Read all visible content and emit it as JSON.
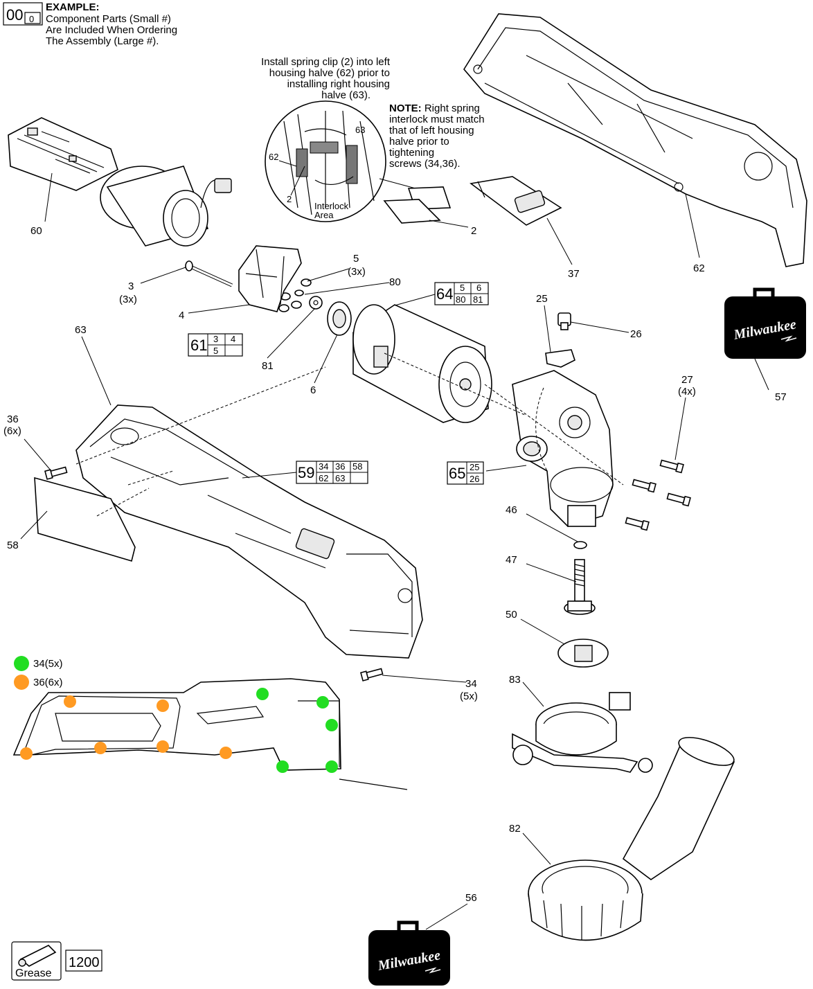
{
  "example": {
    "big": "00",
    "small": "0",
    "title": "EXAMPLE:",
    "line1": "Component Parts (Small #)",
    "line2": "Are Included When Ordering",
    "line3": "The Assembly (Large #)."
  },
  "install_note": {
    "line1": "Install spring clip (2) into left",
    "line2": "housing halve (62) prior to",
    "line3": "installing right housing",
    "line4": "halve (63)."
  },
  "spring_note": {
    "bold": "NOTE:",
    "line1": " Right spring",
    "line2": "interlock must match",
    "line3": "that of left housing",
    "line4": "halve prior to",
    "line5": "tightening",
    "line6": "screws (34,36)."
  },
  "detail": {
    "label_62": "62",
    "label_63": "63",
    "label_2": "2",
    "interlock1": "Interlock",
    "interlock2": "Area"
  },
  "parts": {
    "p60": "60",
    "p2": "2",
    "p37": "37",
    "p62": "62",
    "p3": "3",
    "p3q": "(3x)",
    "p5": "5",
    "p5q": "(3x)",
    "p80": "80",
    "p4": "4",
    "p81": "81",
    "p6": "6",
    "p63": "63",
    "p25": "25",
    "p26": "26",
    "p57": "57",
    "p27": "27",
    "p27q": "(4x)",
    "p36": "36",
    "p36q": "(6x)",
    "p58": "58",
    "p46": "46",
    "p47": "47",
    "p50": "50",
    "p34": "34",
    "p34q": "(5x)",
    "p83": "83",
    "p82": "82",
    "p56": "56"
  },
  "assemblies": {
    "a61": {
      "main": "61",
      "subs": [
        "3",
        "4",
        "5",
        ""
      ]
    },
    "a64": {
      "main": "64",
      "subs": [
        "5",
        "6",
        "80",
        "81"
      ]
    },
    "a59": {
      "main": "59",
      "subs": [
        "34",
        "36",
        "58",
        "62",
        "63",
        ""
      ]
    },
    "a65": {
      "main": "65",
      "subs": [
        "25",
        "26"
      ]
    }
  },
  "legend": {
    "green_label": "34(5x)",
    "orange_label": "36(6x)",
    "green_color": "#22dd22",
    "orange_color": "#ff9a22"
  },
  "brand": {
    "name": "Milwaukee"
  },
  "grease": {
    "label": "Grease",
    "code": "1200"
  }
}
